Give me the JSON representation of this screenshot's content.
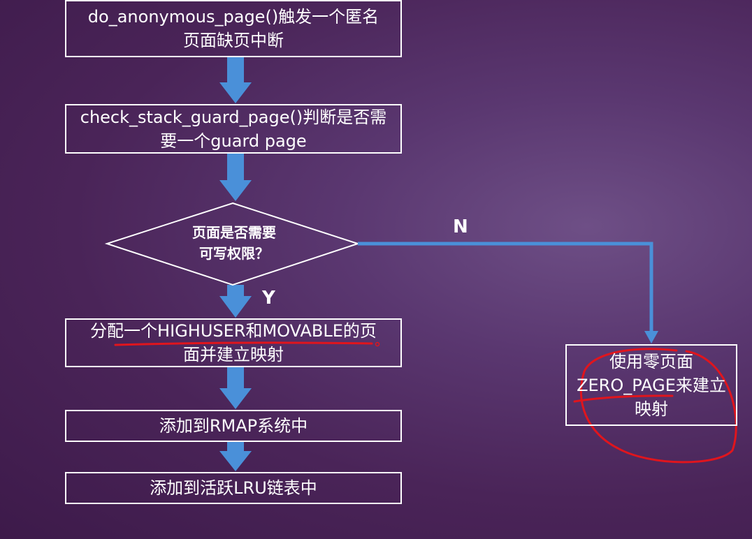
{
  "flowchart": {
    "steps": [
      {
        "lines": [
          "do_anonymous_page()触发一个匿名",
          "页面缺页中断"
        ]
      },
      {
        "lines": [
          "check_stack_guard_page()判断是否需",
          "要一个guard page"
        ]
      },
      {
        "lines": [
          "分配一个HIGHUSER和MOVABLE的页",
          "面并建立映射"
        ]
      },
      {
        "lines": [
          "添加到RMAP系统中"
        ]
      },
      {
        "lines": [
          "添加到活跃LRU链表中"
        ]
      }
    ],
    "decision": {
      "lines": [
        "页面是否需要",
        "可写权限？"
      ]
    },
    "branch_no_label": "N",
    "branch_yes_label": "Y",
    "zero_page_box": {
      "lines": [
        "使用零页面",
        "ZERO_PAGE来建立",
        "映射"
      ]
    }
  },
  "colors": {
    "arrow": "#4a90d9",
    "box_border": "#ffffff",
    "annotation": "#e0151d"
  }
}
